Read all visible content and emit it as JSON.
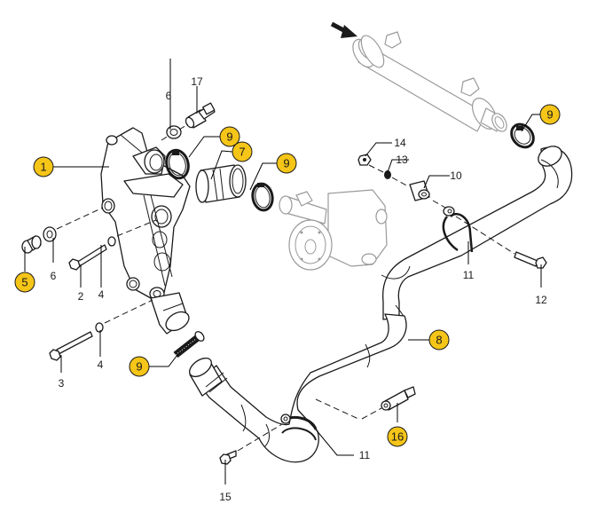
{
  "diagram": {
    "type": "exploded-parts-diagram",
    "colors": {
      "callout_fill": "#f5c518",
      "line": "#1a1a1a",
      "context_part": "#9a9a9a"
    },
    "highlighted_callouts": [
      {
        "id": "c1",
        "label": "1",
        "part": "thermostat-housing"
      },
      {
        "id": "c5",
        "label": "5",
        "part": "plug"
      },
      {
        "id": "c7",
        "label": "7",
        "part": "hose-sleeve"
      },
      {
        "id": "c8",
        "label": "8",
        "part": "coolant-hose"
      },
      {
        "id": "c9a",
        "label": "9",
        "part": "hose-clamp"
      },
      {
        "id": "c9b",
        "label": "9",
        "part": "hose-clamp"
      },
      {
        "id": "c9c",
        "label": "9",
        "part": "hose-clamp"
      },
      {
        "id": "c9d",
        "label": "9",
        "part": "hose-clamp"
      },
      {
        "id": "c16",
        "label": "16",
        "part": "spacer-stud"
      }
    ],
    "plain_labels": [
      {
        "id": "l2",
        "label": "2",
        "part": "bolt"
      },
      {
        "id": "l3",
        "label": "3",
        "part": "bolt"
      },
      {
        "id": "l4a",
        "label": "4",
        "part": "washer"
      },
      {
        "id": "l4b",
        "label": "4",
        "part": "washer"
      },
      {
        "id": "l6a",
        "label": "6",
        "part": "sealing-washer"
      },
      {
        "id": "l6b",
        "label": "6",
        "part": "sealing-washer"
      },
      {
        "id": "l10",
        "label": "10",
        "part": "spacer"
      },
      {
        "id": "l11a",
        "label": "11",
        "part": "p-clip"
      },
      {
        "id": "l11b",
        "label": "11",
        "part": "p-clip"
      },
      {
        "id": "l12",
        "label": "12",
        "part": "bolt"
      },
      {
        "id": "l13",
        "label": "13",
        "part": "washer"
      },
      {
        "id": "l14",
        "label": "14",
        "part": "nut"
      },
      {
        "id": "l15",
        "label": "15",
        "part": "bolt"
      },
      {
        "id": "l17",
        "label": "17",
        "part": "adapter-fitting"
      }
    ],
    "context_parts": [
      "oil-cooler",
      "water-pump",
      "direction-arrow"
    ]
  }
}
